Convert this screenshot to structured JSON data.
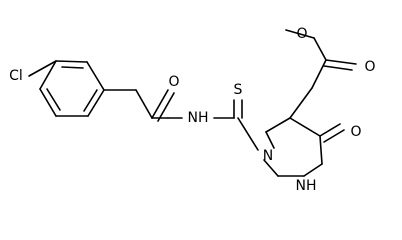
{
  "atoms": [
    {
      "id": "Cl",
      "text": "Cl",
      "icon": "chlorine-atom"
    },
    {
      "id": "O_amide",
      "text": "O",
      "icon": "oxygen-atom"
    },
    {
      "id": "NH_amide",
      "text": "NH",
      "icon": "nitrogen-atom"
    },
    {
      "id": "S",
      "text": "S",
      "icon": "sulfur-atom"
    },
    {
      "id": "N_ring",
      "text": "N",
      "icon": "nitrogen-atom"
    },
    {
      "id": "NH_ring",
      "text": "NH",
      "icon": "nitrogen-atom"
    },
    {
      "id": "O_ketone",
      "text": "O",
      "icon": "oxygen-atom"
    },
    {
      "id": "O_ester_carbonyl",
      "text": "O",
      "icon": "oxygen-atom"
    },
    {
      "id": "O_ester",
      "text": "O",
      "icon": "oxygen-atom"
    }
  ],
  "colors": {
    "line": "#000000",
    "background": "#ffffff"
  }
}
